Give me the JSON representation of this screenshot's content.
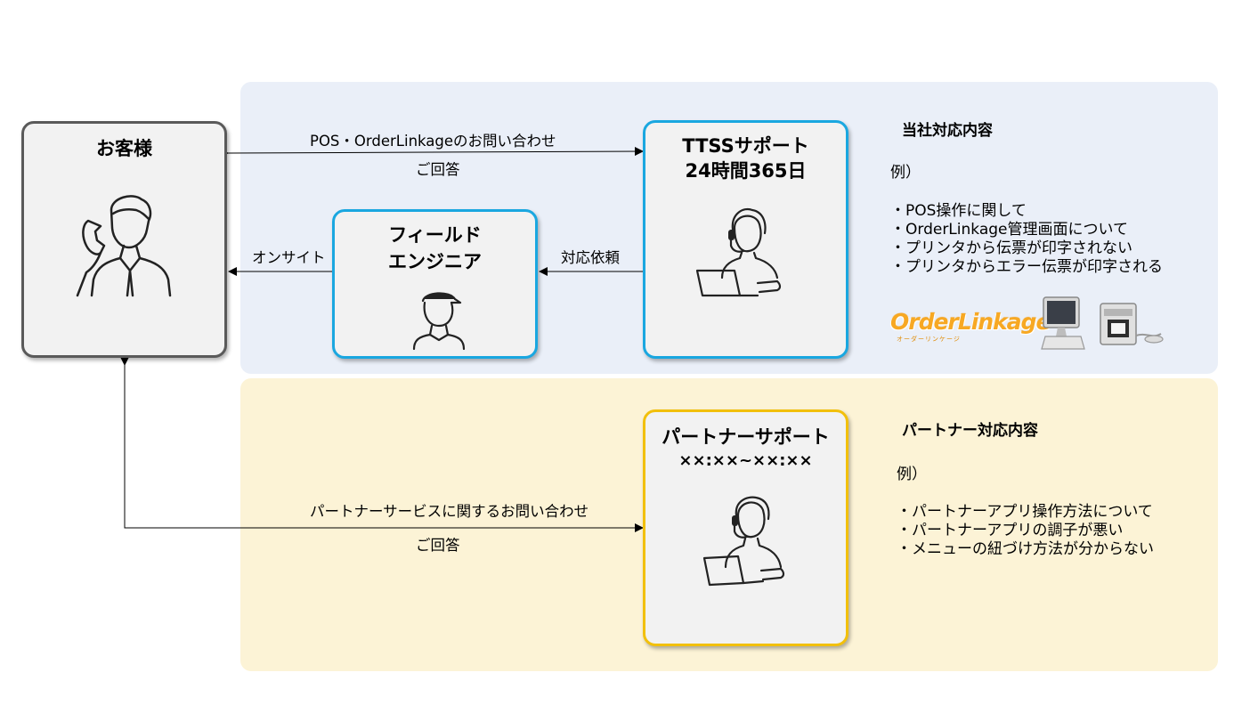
{
  "nodes": {
    "customer": {
      "title": "お客様"
    },
    "field_engineer": {
      "title_line1": "フィールド",
      "title_line2": "エンジニア"
    },
    "ttss_support": {
      "title_line1": "TTSSサポート",
      "title_line2": "24時間365日"
    },
    "partner_support": {
      "title_line1": "パートナーサポート",
      "title_line2": "××:××~××:××"
    }
  },
  "edges": {
    "pos_inquiry": "POS・OrderLinkageのお問い合わせ",
    "pos_answer": "ご回答",
    "onsite": "オンサイト",
    "dispatch": "対応依頼",
    "partner_inquiry": "パートナーサービスに関するお問い合わせ",
    "partner_answer": "ご回答"
  },
  "our_scope": {
    "heading": "当社対応内容",
    "example_label": "例）",
    "items": [
      "・POS操作に関して",
      "・OrderLinkage管理画面について",
      "・プリンタから伝票が印字されない",
      "・プリンタからエラー伝票が印字される"
    ],
    "logo_text": "OrderLinkage",
    "logo_subtext": "オーダーリンケージ"
  },
  "partner_scope": {
    "heading": "パートナー対応内容",
    "example_label": "例）",
    "items": [
      "・パートナーアプリ操作方法について",
      "・パートナーアプリの調子が悪い",
      "・メニューの紐づけ方法が分からない"
    ]
  },
  "colors": {
    "top_panel": "#eaeff8",
    "bottom_panel": "#fcf3d6",
    "blue_border": "#1aa7e0",
    "yellow_border": "#f2c00c",
    "gray_border": "#5a5a5a"
  }
}
